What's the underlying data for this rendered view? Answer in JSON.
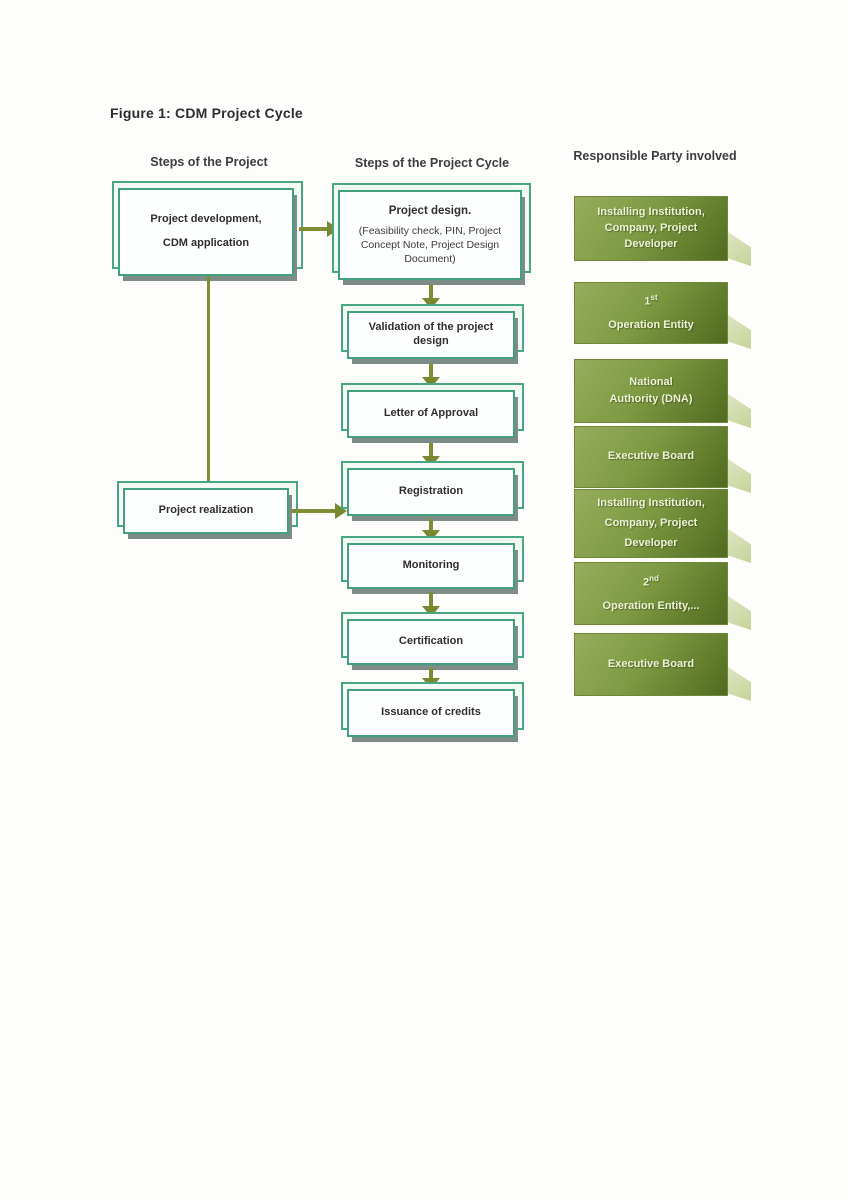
{
  "figure": {
    "title": "Figure 1: CDM Project Cycle"
  },
  "columns": {
    "left_header": "Steps of the Project",
    "middle_header": "Steps of the Project Cycle",
    "right_header": "Responsible Party involved"
  },
  "left": {
    "development": {
      "line1": "Project development,",
      "line2": "CDM application"
    },
    "realization": "Project realization"
  },
  "middle": {
    "design": {
      "title": "Project design.",
      "sub": "(Feasibility check, PIN, Project Concept Note, Project Design Document)"
    },
    "steps": [
      "Validation of the project design",
      "Letter of Approval",
      "Registration",
      "Monitoring",
      "Certification",
      "Issuance of credits"
    ]
  },
  "right": {
    "parties": [
      {
        "lines": [
          "Installing Institution,",
          "Company, Project",
          "Developer"
        ]
      },
      {
        "ordinal": "1",
        "suffix": "st",
        "name": "Operation Entity"
      },
      {
        "lines": [
          "National",
          "Authority (DNA)"
        ]
      },
      {
        "lines": [
          "Executive Board"
        ]
      },
      {
        "lines": [
          "Installing Institution,",
          "Company, Project",
          "Developer"
        ]
      },
      {
        "ordinal": "2",
        "suffix": "nd",
        "name": "Operation Entity,..."
      },
      {
        "lines": [
          "Executive Board"
        ]
      }
    ]
  },
  "colors": {
    "arrow_olive": "#7f8e35",
    "box_border_teal": "#43a07f",
    "box_shadow_gray": "#7e8c87",
    "party_green_light": "#96ad5d",
    "party_green_dark": "#506b1f",
    "party_shadow_pale": "#c6d39b",
    "party_text": "#edf2d8"
  }
}
